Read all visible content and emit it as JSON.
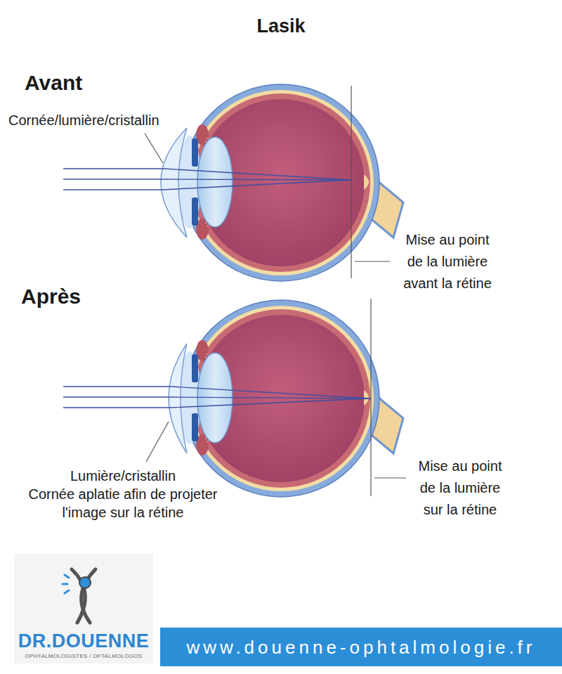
{
  "diagram": {
    "title": "Lasik",
    "nodes": [
      {
        "text": [
          "DR.DOUENNE",
          "OPHTALMOLOGISTES / OFTALMOLOGOS"
        ]
      },
      {
        "text": [
          "www.douenne-ophtalmologie.fr"
        ]
      }
    ],
    "labels": [
      "Avant",
      "Cornée/lumière/cristallin",
      "Mise au point de la lumière avant la rétine",
      "Après",
      "Lumière/cristallin",
      "Cornée aplatie afin de projeter l'image sur la rétine",
      "Mise au point de la lumière sur la rétine"
    ]
  }
}
